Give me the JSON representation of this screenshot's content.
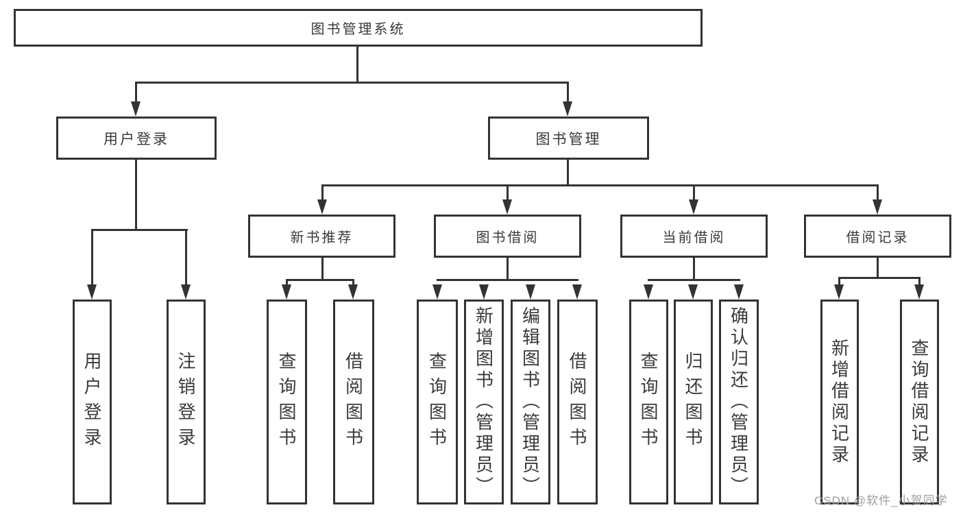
{
  "diagram": {
    "root": {
      "label": "图书管理系统"
    },
    "level1": [
      {
        "id": "user-login",
        "label": "用户登录"
      },
      {
        "id": "book-management",
        "label": "图书管理"
      }
    ],
    "level2": [
      {
        "id": "new-book-recommend",
        "label": "新书推荐"
      },
      {
        "id": "book-borrow",
        "label": "图书借阅"
      },
      {
        "id": "current-borrow",
        "label": "当前借阅"
      },
      {
        "id": "borrow-records",
        "label": "借阅记录"
      }
    ],
    "leaves": [
      {
        "id": "user-login",
        "parent": "user-login",
        "label": "用户登录"
      },
      {
        "id": "logout",
        "parent": "user-login",
        "label": "注销登录"
      },
      {
        "id": "query-book-recommend",
        "parent": "new-book-recommend",
        "label": "查询图书"
      },
      {
        "id": "borrow-book-recommend",
        "parent": "new-book-recommend",
        "label": "借阅图书"
      },
      {
        "id": "query-book-borrow",
        "parent": "book-borrow",
        "label": "查询图书"
      },
      {
        "id": "add-book-admin",
        "parent": "book-borrow",
        "label": "新增图书（管理员）"
      },
      {
        "id": "edit-book-admin",
        "parent": "book-borrow",
        "label": "编辑图书（管理员）"
      },
      {
        "id": "borrow-book",
        "parent": "book-borrow",
        "label": "借阅图书"
      },
      {
        "id": "query-book-current",
        "parent": "current-borrow",
        "label": "查询图书"
      },
      {
        "id": "return-book",
        "parent": "current-borrow",
        "label": "归还图书"
      },
      {
        "id": "confirm-return-admin",
        "parent": "current-borrow",
        "label": "确认归还（管理员）"
      },
      {
        "id": "add-borrow-record",
        "parent": "borrow-records",
        "label": "新增借阅记录"
      },
      {
        "id": "query-borrow-record",
        "parent": "borrow-records",
        "label": "查询借阅记录"
      }
    ],
    "colors": {
      "line": "#333333",
      "text": "#3a3a3a",
      "box_bg": "#ffffff",
      "watermark": "#9e9e9e"
    }
  },
  "watermark": {
    "text": "CSDN @软件_小贺同学"
  }
}
